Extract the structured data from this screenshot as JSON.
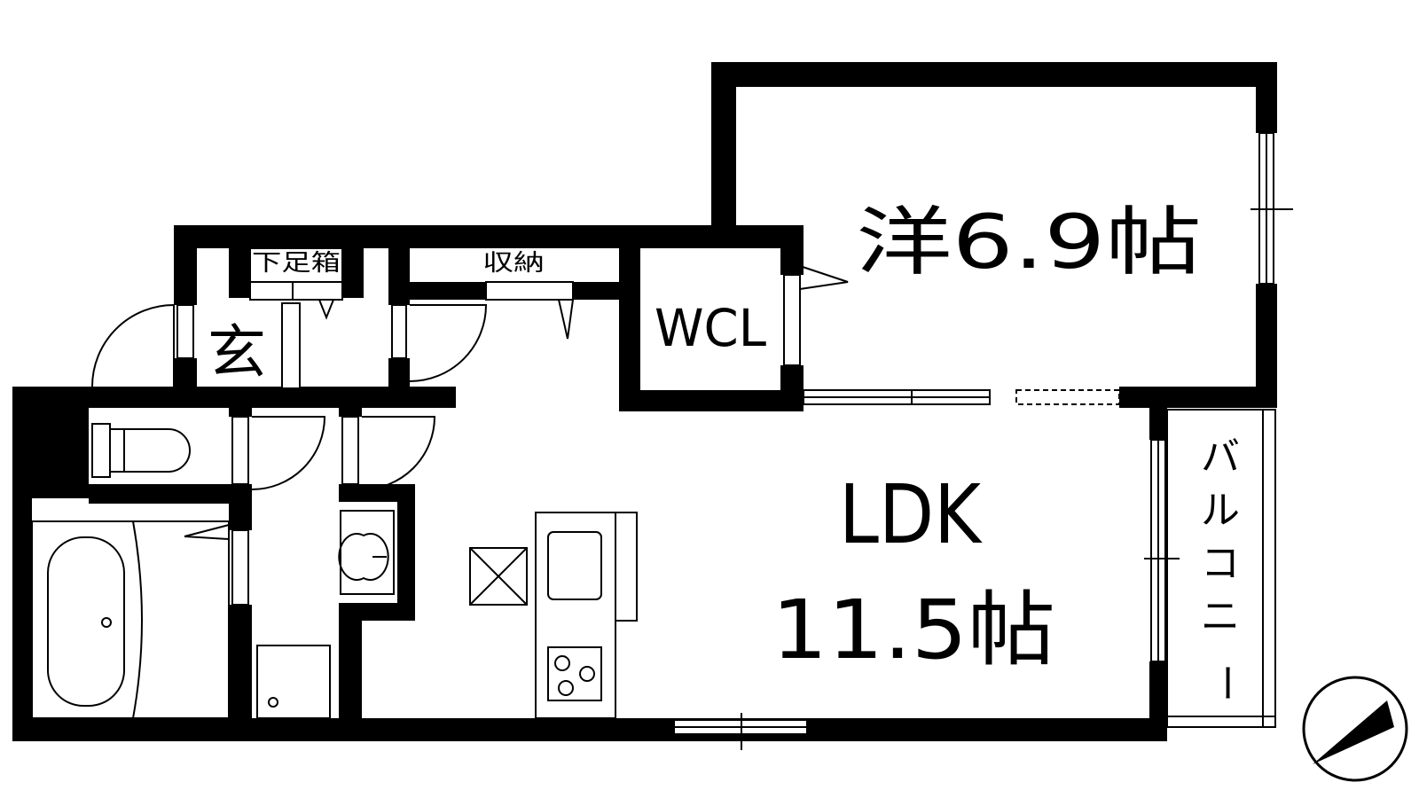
{
  "rooms": {
    "western": "洋6.9帖",
    "ldk_name": "LDK",
    "ldk_size": "11.5帖",
    "wcl": "WCL",
    "entrance": "玄",
    "shoe_box": "下足箱",
    "storage": "収納",
    "balcony": [
      "バ",
      "ル",
      "コ",
      "ニ",
      "ー"
    ]
  },
  "colors": {
    "wall": "#000000",
    "background": "#ffffff"
  },
  "icons": {
    "compass": "north-arrow-icon"
  }
}
